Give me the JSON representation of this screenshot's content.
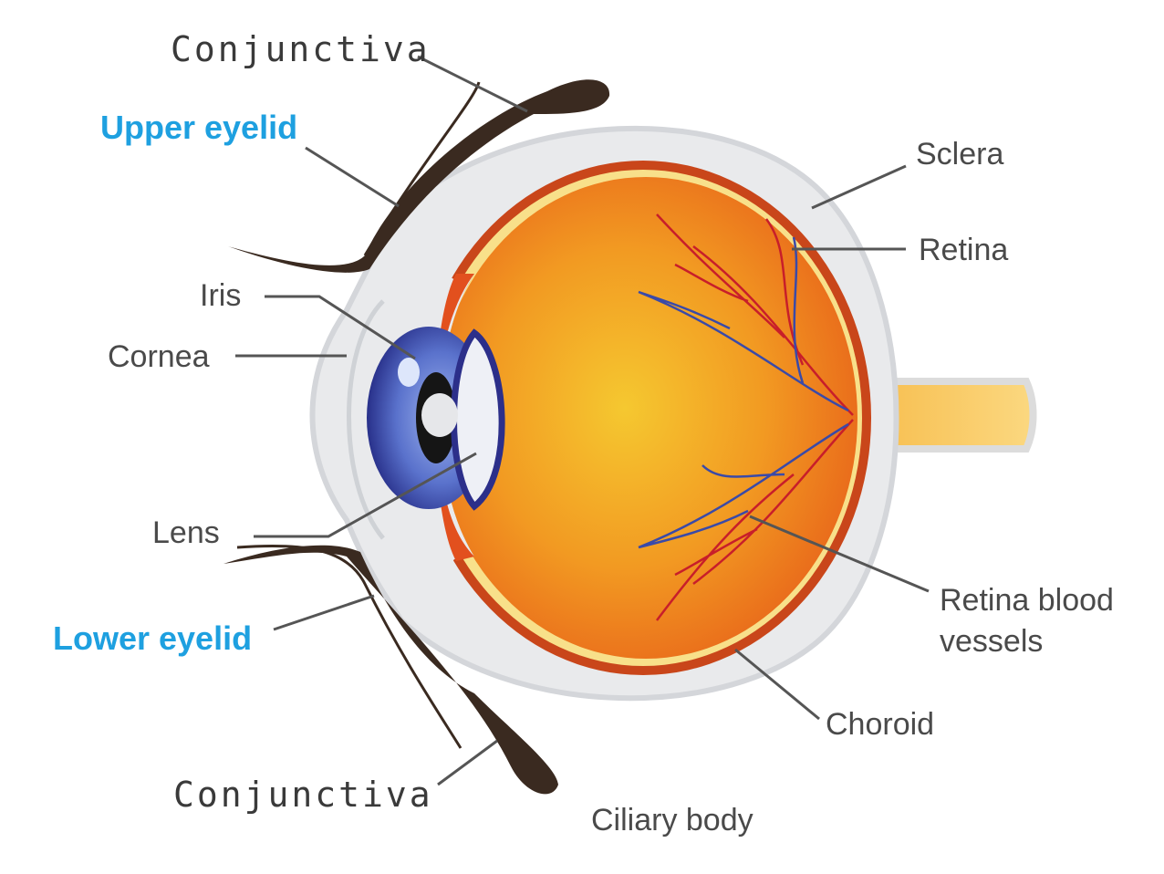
{
  "title": "Eye anatomy",
  "labels": {
    "conjunctiva_top": "Conjunctiva",
    "upper_eyelid": "Upper eyelid",
    "iris": "Iris",
    "cornea": "Cornea",
    "lens": "Lens",
    "lower_eyelid": "Lower eyelid",
    "conjunctiva_bottom": "Conjunctiva",
    "ciliary_body": "Ciliary body",
    "sclera": "Sclera",
    "retina": "Retina",
    "retina_blood_vessels_line1": "Retina blood",
    "retina_blood_vessels_line2": "vessels",
    "choroid": "Choroid"
  },
  "colors": {
    "highlight_label": "#1ea0e0",
    "sclera": "#e9eaec",
    "globe": "#f08a1c",
    "iris": "#4a5fc0",
    "eyelid": "#3a2a20"
  }
}
